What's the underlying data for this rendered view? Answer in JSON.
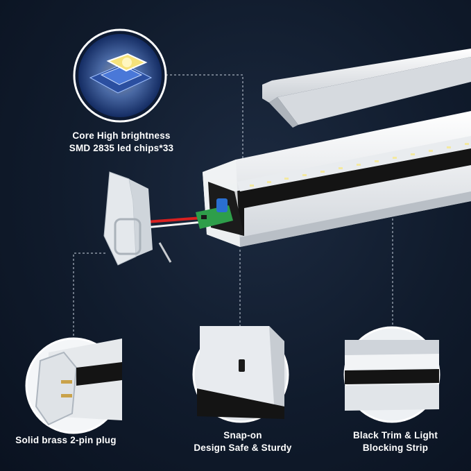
{
  "features": {
    "chips": {
      "line1": "Core High brightness",
      "line2": "SMD 2835 led chips*33",
      "icon": "led-chip-icon"
    },
    "plug": {
      "line1": "Solid brass 2-pin plug",
      "icon": "two-pin-plug-icon"
    },
    "snap": {
      "line1": "Snap-on",
      "line2": "Design Safe & Sturdy",
      "icon": "snap-on-clip-icon"
    },
    "trim": {
      "line1": "Black Trim & Light",
      "line2": "Blocking Strip",
      "icon": "trim-strip-icon"
    }
  },
  "led_count": 33,
  "colors": {
    "background": "#101b2c",
    "fixture_body": "#eef0f2",
    "black_trim": "#141414",
    "wire_red": "#d92020",
    "pcb_green": "#2e9e4a",
    "capacitor_blue": "#2a6fd1",
    "chip_yellow": "#f6e27a"
  }
}
